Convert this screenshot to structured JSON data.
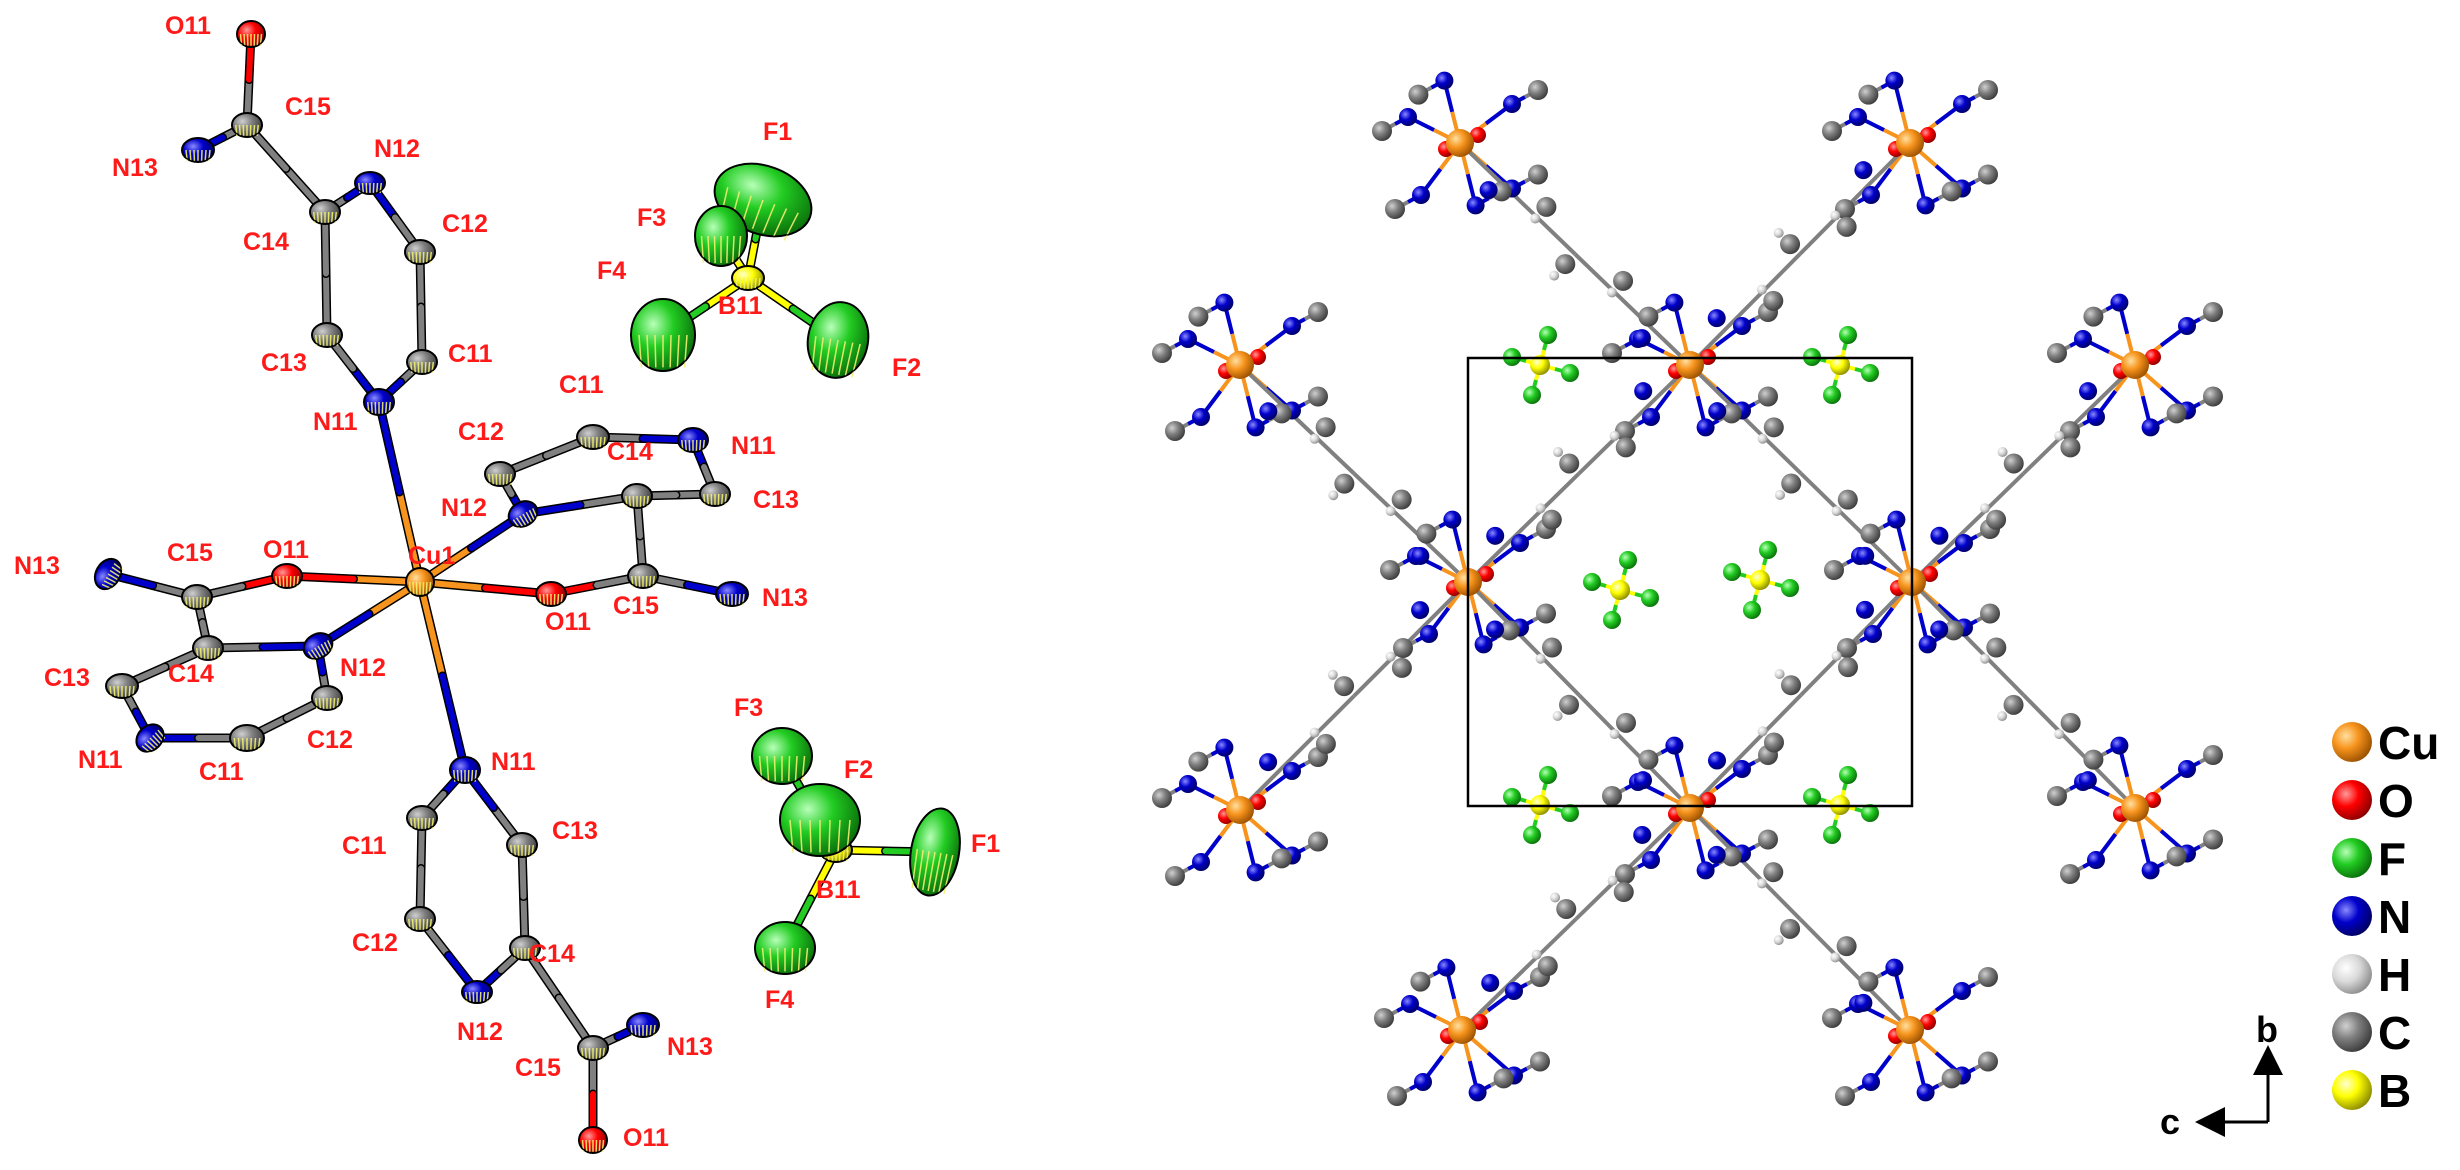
{
  "ortep": {
    "atoms": [
      {
        "id": "cu1",
        "el": "Cu",
        "label": "Cu1"
      },
      {
        "id": "o11a",
        "el": "O",
        "label": "O11"
      },
      {
        "id": "o11b",
        "el": "O",
        "label": "O11"
      },
      {
        "id": "n12a",
        "el": "N",
        "label": "N12"
      },
      {
        "id": "n12b",
        "el": "N",
        "label": "N12"
      },
      {
        "id": "n11t",
        "el": "N",
        "label": "N11"
      },
      {
        "id": "n11b",
        "el": "N",
        "label": "N11"
      },
      {
        "id": "c15a",
        "el": "C",
        "label": "C15"
      },
      {
        "id": "c15b",
        "el": "C",
        "label": "C15"
      },
      {
        "id": "n13a",
        "el": "N",
        "label": "N13"
      },
      {
        "id": "n13b",
        "el": "N",
        "label": "N13"
      },
      {
        "id": "c14a",
        "el": "C",
        "label": "C14"
      },
      {
        "id": "c13a",
        "el": "C",
        "label": "C13"
      },
      {
        "id": "n11a2",
        "el": "N",
        "label": "N11"
      },
      {
        "id": "c11a",
        "el": "C",
        "label": "C11"
      },
      {
        "id": "c12a",
        "el": "C",
        "label": "C12"
      },
      {
        "id": "c14b",
        "el": "C",
        "label": "C14"
      },
      {
        "id": "c12b",
        "el": "C",
        "label": "C12"
      },
      {
        "id": "c11b",
        "el": "C",
        "label": "C11"
      },
      {
        "id": "n11b2",
        "el": "N",
        "label": "N11"
      },
      {
        "id": "c13b",
        "el": "C",
        "label": "C13"
      },
      {
        "id": "t_c13",
        "el": "C",
        "label": "C13"
      },
      {
        "id": "t_c14",
        "el": "C",
        "label": "C14"
      },
      {
        "id": "t_n12",
        "el": "N",
        "label": "N12"
      },
      {
        "id": "t_c12",
        "el": "C",
        "label": "C12"
      },
      {
        "id": "t_c11",
        "el": "C",
        "label": "C11"
      },
      {
        "id": "t_c15",
        "el": "C",
        "label": "C15"
      },
      {
        "id": "t_o11",
        "el": "O",
        "label": "O11"
      },
      {
        "id": "t_n13",
        "el": "N",
        "label": "N13"
      },
      {
        "id": "b_c11",
        "el": "C",
        "label": "C11"
      },
      {
        "id": "b_c12",
        "el": "C",
        "label": "C12"
      },
      {
        "id": "b_n12",
        "el": "N",
        "label": "N12"
      },
      {
        "id": "b_c14",
        "el": "C",
        "label": "C14"
      },
      {
        "id": "b_c13",
        "el": "C",
        "label": "C13"
      },
      {
        "id": "b_c15",
        "el": "C",
        "label": "C15"
      },
      {
        "id": "b_o11",
        "el": "O",
        "label": "O11"
      },
      {
        "id": "b_n13",
        "el": "N",
        "label": "N13"
      },
      {
        "id": "bf1_b",
        "el": "B",
        "label": "B11"
      },
      {
        "id": "bf1_f1",
        "el": "F",
        "label": "F1"
      },
      {
        "id": "bf1_f2",
        "el": "F",
        "label": "F2"
      },
      {
        "id": "bf1_f3",
        "el": "F",
        "label": "F3"
      },
      {
        "id": "bf1_f4",
        "el": "F",
        "label": "F4"
      },
      {
        "id": "bf2_b",
        "el": "B",
        "label": "B11"
      },
      {
        "id": "bf2_f1",
        "el": "F",
        "label": "F1"
      },
      {
        "id": "bf2_f2",
        "el": "F",
        "label": "F2"
      },
      {
        "id": "bf2_f3",
        "el": "F",
        "label": "F3"
      },
      {
        "id": "bf2_f4",
        "el": "F",
        "label": "F4"
      }
    ]
  },
  "legend": {
    "items": [
      {
        "symbol": "Cu",
        "color": "#f7941d"
      },
      {
        "symbol": "O",
        "color": "#ff0000"
      },
      {
        "symbol": "F",
        "color": "#22cc22"
      },
      {
        "symbol": "N",
        "color": "#0000cc"
      },
      {
        "symbol": "H",
        "color": "#d9d9d9"
      },
      {
        "symbol": "C",
        "color": "#808080"
      },
      {
        "symbol": "B",
        "color": "#ffff00"
      }
    ]
  },
  "axes": {
    "vertical": "b",
    "horizontal": "c"
  },
  "colors": {
    "Cu": "#f7941d",
    "O": "#ff0000",
    "F": "#22cc22",
    "N": "#0000cc",
    "H": "#d9d9d9",
    "C": "#808080",
    "B": "#ffff00",
    "label": "#ff1a1a"
  }
}
